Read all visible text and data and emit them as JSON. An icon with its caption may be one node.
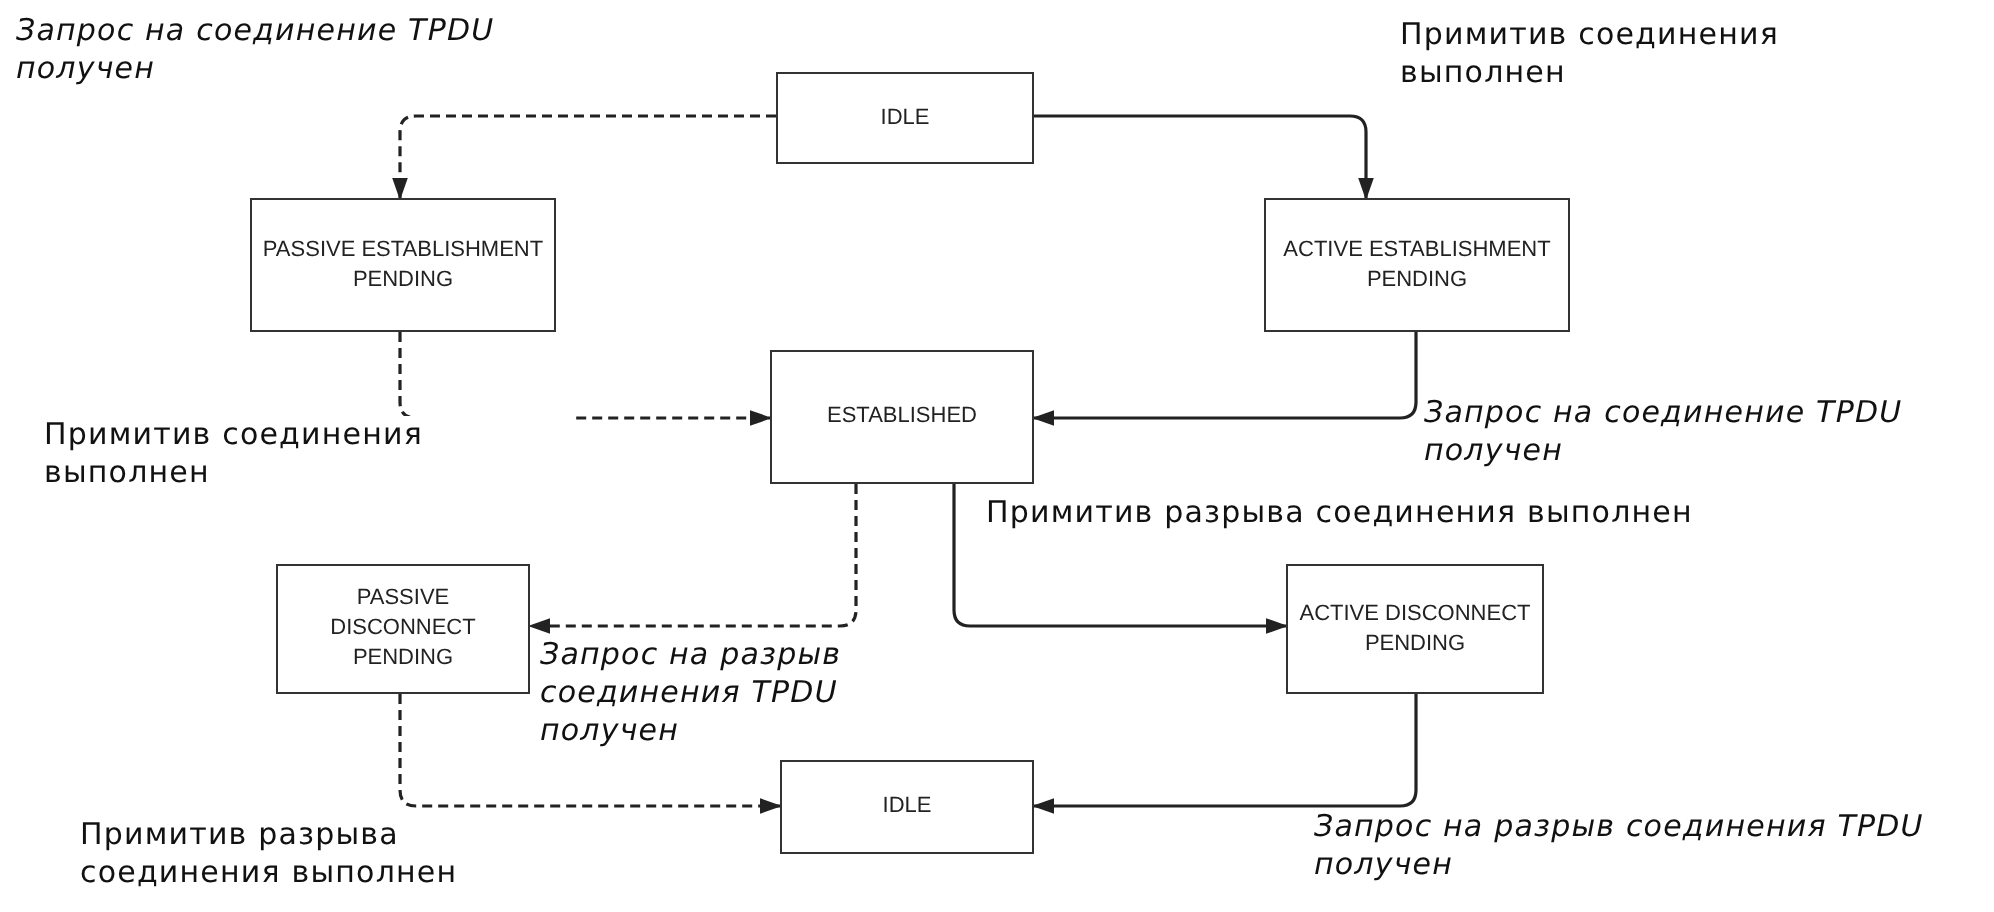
{
  "diagram": {
    "nodes": [
      {
        "text": [
          "IDLE"
        ]
      },
      {
        "text": [
          "PASSIVE ESTABLISHMENT PENDING"
        ]
      },
      {
        "text": [
          "ACTIVE ESTABLISHMENT PENDING"
        ]
      },
      {
        "text": [
          "ESTABLISHED"
        ]
      },
      {
        "text": [
          "PASSIVE DISCONNECT PENDING"
        ]
      },
      {
        "text": [
          "ACTIVE DISCONNECT PENDING"
        ]
      },
      {
        "text": [
          "IDLE"
        ]
      }
    ],
    "edges": [
      {
        "from": 0,
        "to": 1,
        "arrow": "to",
        "style": "dashed",
        "label": "Запрос на соединение TPDU получен"
      },
      {
        "from": 0,
        "to": 2,
        "arrow": "to",
        "label": "Примитив соединения выполнен"
      },
      {
        "from": 1,
        "to": 3,
        "arrow": "to",
        "style": "dashed",
        "label": "Примитив соединения выполнен"
      },
      {
        "from": 2,
        "to": 3,
        "arrow": "to",
        "label": "Запрос на соединение TPDU получен"
      },
      {
        "from": 3,
        "to": 4,
        "arrow": "to",
        "style": "dashed",
        "label": "Запрос на разрыв соединения TPDU получен"
      },
      {
        "from": 3,
        "to": 5,
        "arrow": "to",
        "label": "Примитив разрыва соединения выполнен"
      },
      {
        "from": 4,
        "to": 6,
        "arrow": "to",
        "style": "dashed",
        "label": "Примитив разрыва соединения выполнен"
      },
      {
        "from": 5,
        "to": 6,
        "arrow": "to",
        "label": "Запрос на разрыв соединения TPDU получен"
      }
    ]
  }
}
